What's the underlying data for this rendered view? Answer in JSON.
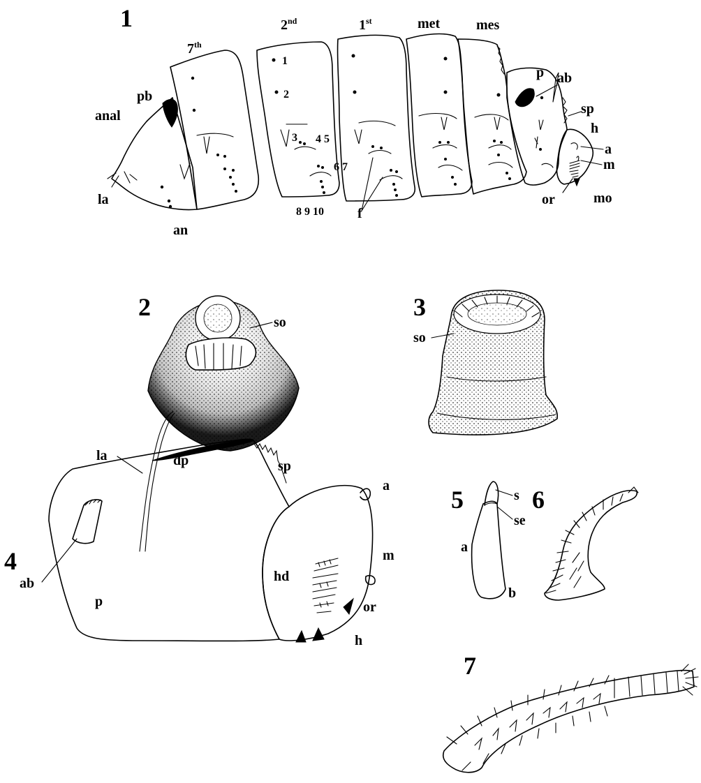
{
  "figures": {
    "fig1": {
      "number": "1",
      "segment_labels": {
        "seventh": "7",
        "seventh_sup": "th",
        "second": "2",
        "second_sup": "nd",
        "first": "1",
        "first_sup": "st",
        "met": "met",
        "mes": "mes"
      },
      "part_labels": {
        "p": "p",
        "ab": "ab",
        "sp": "sp",
        "h": "h",
        "a": "a",
        "m": "m",
        "mo": "mo",
        "or": "or",
        "f": "f",
        "an": "an",
        "la": "la",
        "anal": "anal",
        "pb": "pb"
      },
      "setae_numbers": [
        "1",
        "2",
        "3",
        "4 5",
        "6 7",
        "8 9 10"
      ]
    },
    "fig2": {
      "number": "2",
      "label_so": "so"
    },
    "fig3": {
      "number": "3",
      "label_so": "so"
    },
    "fig4": {
      "number": "4",
      "labels": {
        "la": "la",
        "dp": "dp",
        "sp": "sp",
        "a": "a",
        "m": "m",
        "hd": "hd",
        "or": "or",
        "h": "h",
        "p": "p",
        "ab": "ab"
      }
    },
    "fig5": {
      "number": "5",
      "labels": {
        "s": "s",
        "se": "se",
        "a": "a",
        "b": "b"
      }
    },
    "fig6": {
      "number": "6"
    },
    "fig7": {
      "number": "7"
    }
  },
  "colors": {
    "ink": "#000000",
    "paper": "#ffffff"
  }
}
